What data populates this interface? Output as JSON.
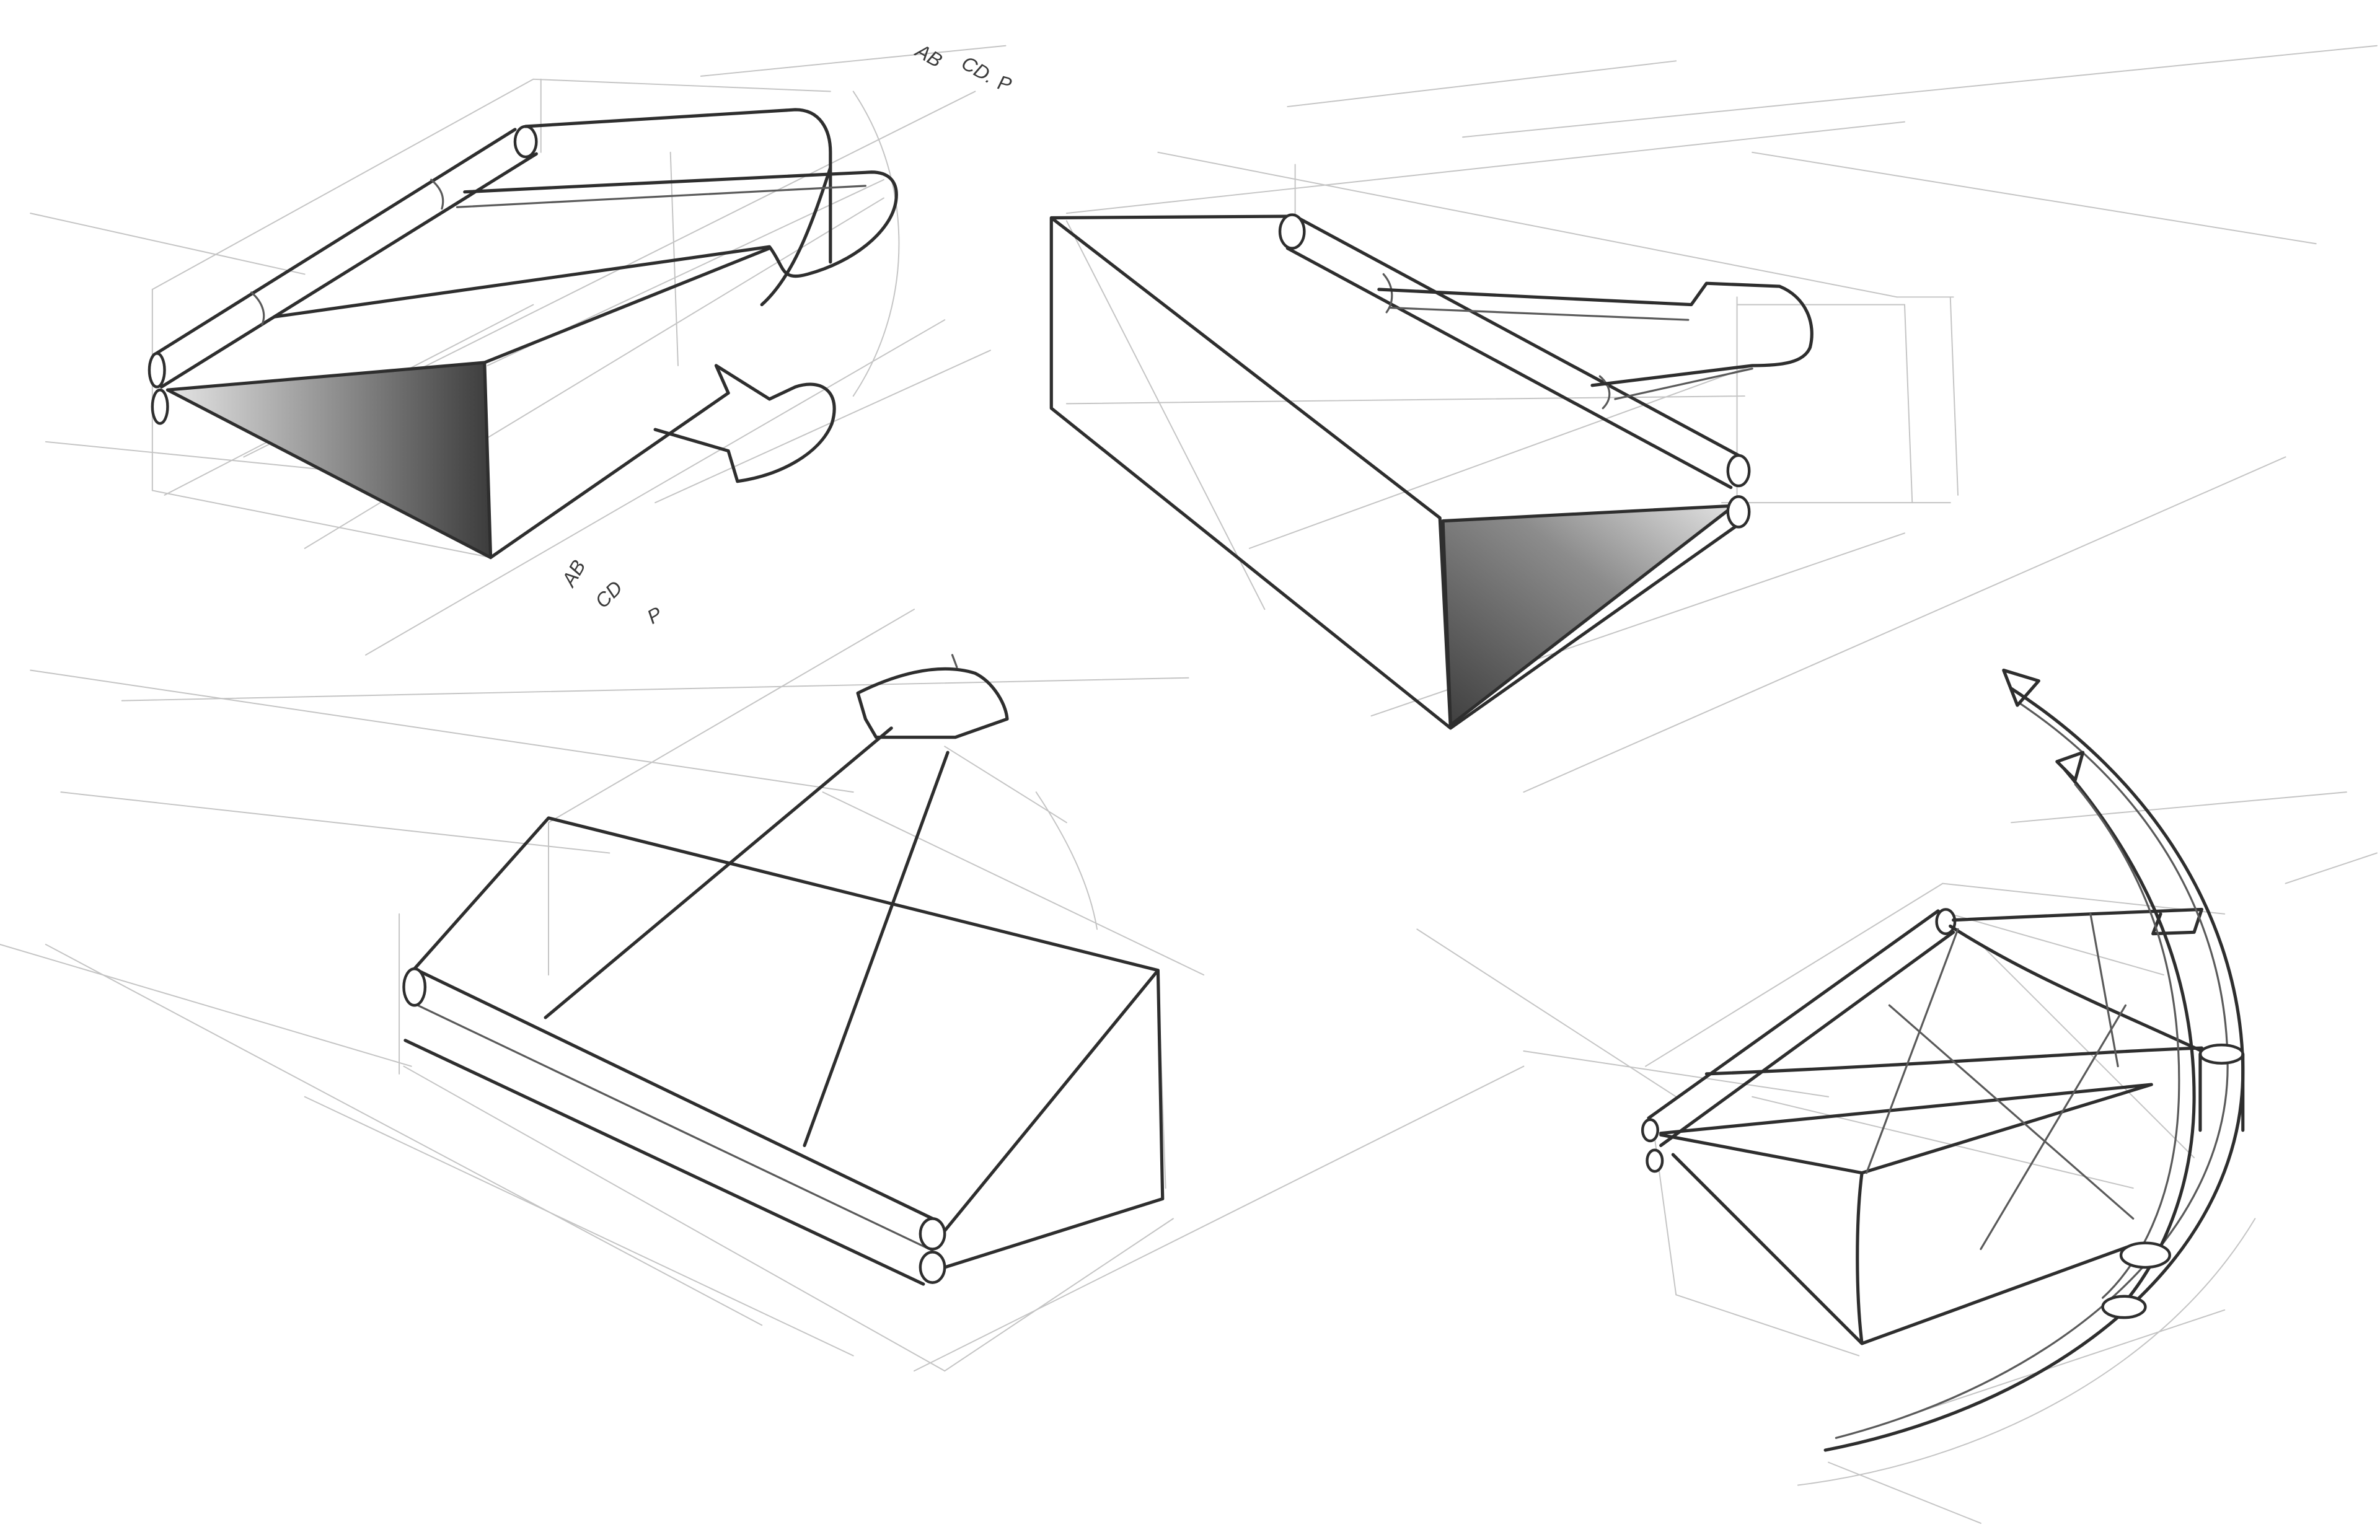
{
  "annotations": {
    "top": [
      "AB",
      "CD.",
      "P"
    ],
    "bottom": [
      "AB",
      "CD",
      "P"
    ]
  },
  "colors": {
    "paper": "#ffffff",
    "pencil_dark": "#2e2e2e",
    "pencil_light": "#c4c4c4",
    "shade_dark": "#4a4a4a"
  }
}
